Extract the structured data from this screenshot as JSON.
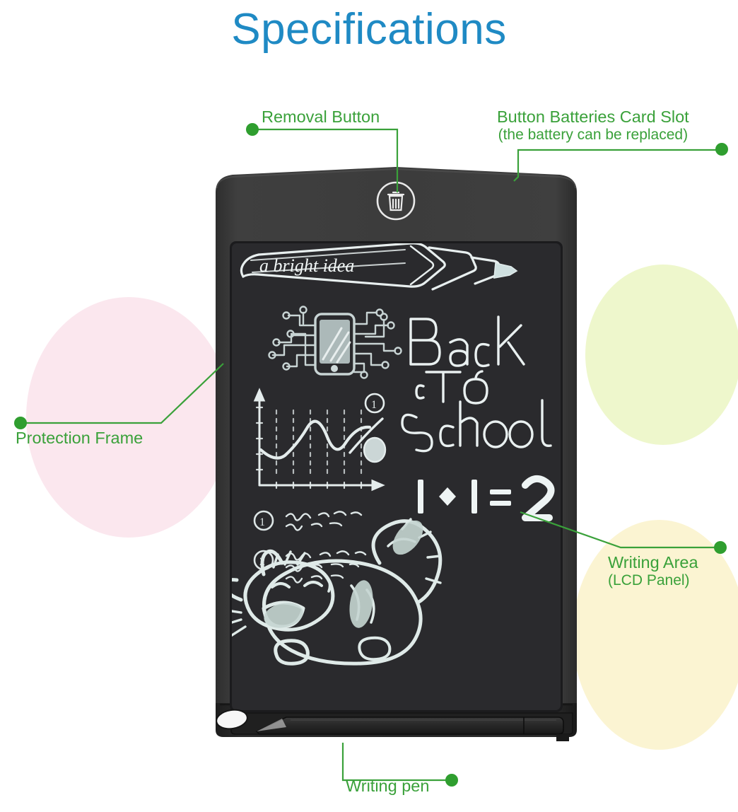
{
  "page": {
    "title": "Specifications",
    "title_color": "#1f8ac4",
    "background_color": "#ffffff",
    "annotation_color": "#3aa13a"
  },
  "decor": {
    "circles": [
      {
        "name": "pink-circle",
        "color": "#fbe7ee"
      },
      {
        "name": "lime-circle",
        "color": "#eef7cc"
      },
      {
        "name": "cream-circle",
        "color": "#fbf4d2"
      }
    ]
  },
  "annotations": [
    {
      "id": "removal-button",
      "label": "Removal Button",
      "sub": "",
      "dot": "left"
    },
    {
      "id": "battery-slot",
      "label": "Button Batteries Card Slot",
      "sub": "(the battery can be replaced)",
      "dot": "right"
    },
    {
      "id": "protection-frame",
      "label": "Protection Frame",
      "sub": "",
      "dot": "left"
    },
    {
      "id": "writing-area",
      "label": "Writing Area",
      "sub": "(LCD Panel)",
      "dot": "right"
    },
    {
      "id": "writing-pen",
      "label": "Writing pen",
      "sub": "",
      "dot": "right"
    }
  ],
  "device": {
    "name": "LCD Writing Tablet",
    "frame_color": "#3b3b3b",
    "frame_edge_color": "#2a2a2a",
    "screen_color": "#262629",
    "erase_button": {
      "icon": "trash-icon",
      "label": "Removal Button"
    },
    "pen": {
      "name": "Writing pen",
      "color": "#272727"
    },
    "lanyard_hole": "lanyard-hole"
  },
  "screen_drawings": {
    "pencil_banner_text": "a bright idea",
    "headline_text": "Back To School",
    "equation_text": "1 + 1 = 2",
    "phone_circuit": "smartphone-circuit-drawing",
    "chart": "hand-drawn-line-chart",
    "notes": [
      "1",
      "2"
    ],
    "animal": "sleeping-cat-drawing"
  }
}
